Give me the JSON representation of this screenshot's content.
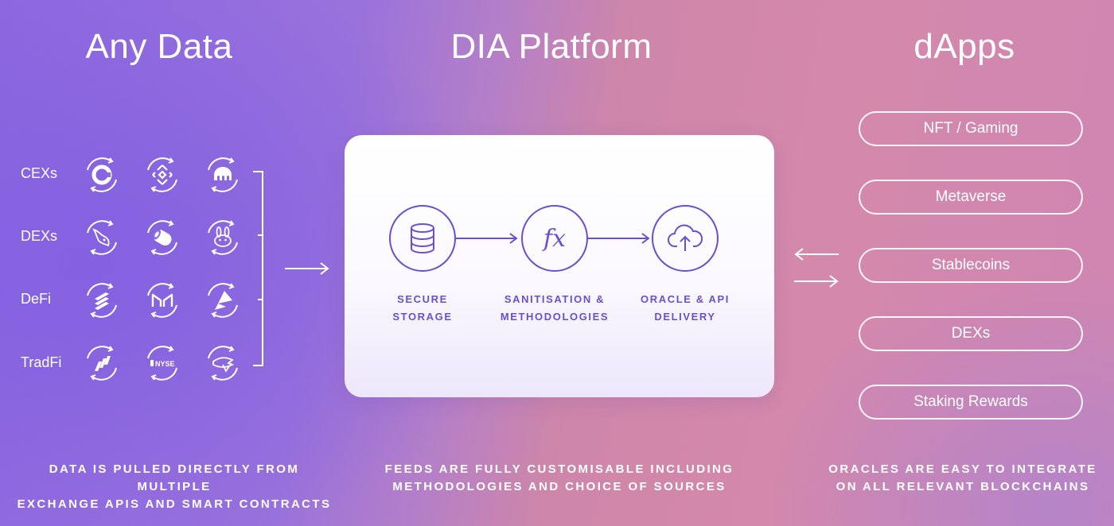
{
  "columns": {
    "left": {
      "title": "Any Data",
      "rows": [
        {
          "label": "CEXs",
          "icons": [
            "coinbase-icon",
            "binance-icon",
            "kraken-icon"
          ]
        },
        {
          "label": "DEXs",
          "icons": [
            "uniswap-icon",
            "sushiswap-icon",
            "pancakeswap-icon"
          ]
        },
        {
          "label": "DeFi",
          "icons": [
            "compound-icon",
            "maker-icon",
            "balancer-icon"
          ]
        },
        {
          "label": "TradFi",
          "icons": [
            "nasdaq-icon",
            "nyse-icon",
            "mobile-exchange-icon"
          ]
        }
      ],
      "nyse_mark": "NYSE",
      "caption_line1": "Data is pulled directly from multiple",
      "caption_line2": "exchange APIs and smart contracts"
    },
    "middle": {
      "title": "DIA Platform",
      "steps": [
        {
          "label_line1": "Secure",
          "label_line2": "Storage",
          "icon": "database-icon"
        },
        {
          "label_line1": "Sanitisation &",
          "label_line2": "Methodologies",
          "icon": "fx-icon",
          "symbol": "fx"
        },
        {
          "label_line1": "Oracle & API",
          "label_line2": "Delivery",
          "icon": "cloud-upload-icon"
        }
      ],
      "caption_line1": "Feeds are fully customisable including",
      "caption_line2": "methodologies and choice of sources"
    },
    "right": {
      "title": "dApps",
      "pills": [
        "NFT / Gaming",
        "Metaverse",
        "Stablecoins",
        "DEXs",
        "Staking Rewards"
      ],
      "caption_line1": "Oracles are easy to integrate",
      "caption_line2": "on all relevant blockchains"
    }
  },
  "colors": {
    "accent": "#6b4fd0",
    "background_left": "#8e68e0",
    "background_right": "#d488ab",
    "card": "#ffffff"
  }
}
